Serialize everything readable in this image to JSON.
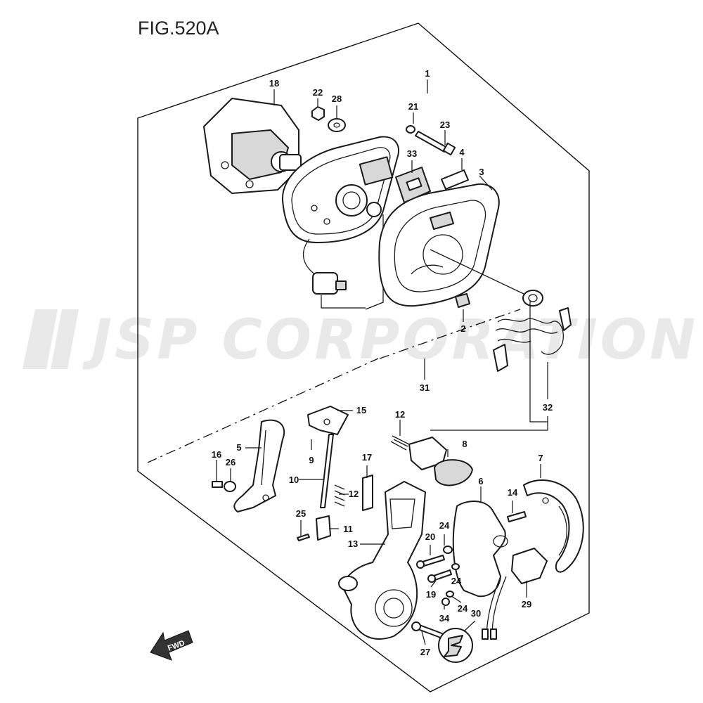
{
  "figure": {
    "title": "FIG.520A",
    "watermark": "JSP CORPORATION",
    "direction_label": "FWD"
  },
  "callouts": [
    "1",
    "2",
    "3",
    "4",
    "5",
    "6",
    "7",
    "8",
    "9",
    "10",
    "11",
    "12",
    "12",
    "13",
    "14",
    "15",
    "16",
    "17",
    "18",
    "19",
    "20",
    "21",
    "22",
    "23",
    "24",
    "24",
    "24",
    "25",
    "26",
    "27",
    "28",
    "29",
    "30",
    "31",
    "32",
    "33",
    "34"
  ],
  "colors": {
    "line": "#1a1a1a",
    "watermark": "#e9e9e9",
    "shade": "#d8d8d8"
  }
}
